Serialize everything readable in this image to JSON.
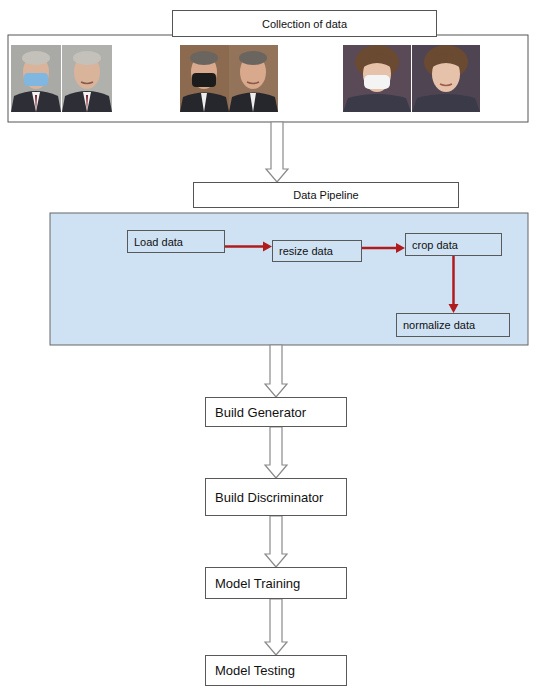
{
  "diagram": {
    "nodes": [
      {
        "text": [
          "Collection of data"
        ]
      },
      {
        "text": [
          "Data Pipeline"
        ]
      },
      {
        "text": [
          "Load data"
        ],
        "in": 1
      },
      {
        "text": [
          "resize data"
        ],
        "in": 1
      },
      {
        "text": [
          "crop data"
        ],
        "in": 1
      },
      {
        "text": [
          "normalize data"
        ],
        "in": 1
      },
      {
        "text": [
          "Build Generator"
        ]
      },
      {
        "text": [
          "Build Discriminator"
        ]
      },
      {
        "text": [
          "Model Training"
        ]
      },
      {
        "text": [
          "Model Testing"
        ]
      }
    ],
    "edges": [
      {
        "from": 0,
        "to": 1,
        "arrow": "to"
      },
      {
        "from": 2,
        "to": 3,
        "arrow": "to"
      },
      {
        "from": 3,
        "to": 4,
        "arrow": "to"
      },
      {
        "from": 4,
        "to": 5,
        "arrow": "to"
      },
      {
        "from": 1,
        "to": 6,
        "arrow": "to"
      },
      {
        "from": 6,
        "to": 7,
        "arrow": "to"
      },
      {
        "from": 7,
        "to": 8,
        "arrow": "to"
      },
      {
        "from": 8,
        "to": 9,
        "arrow": "to"
      }
    ]
  }
}
